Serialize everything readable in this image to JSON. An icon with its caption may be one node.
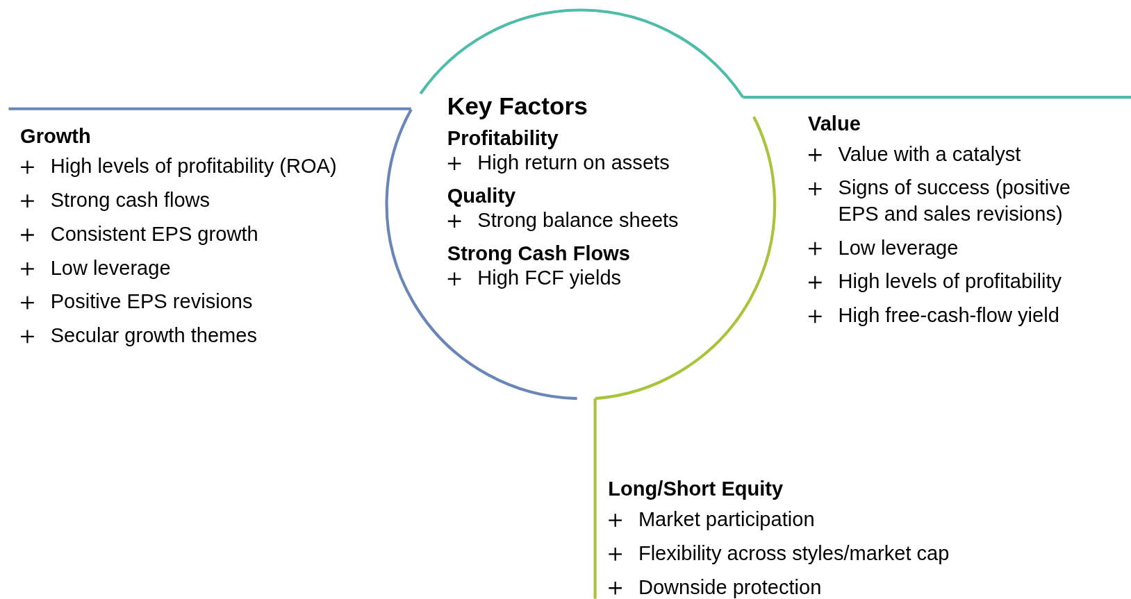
{
  "diagram": {
    "nodes": [
      {
        "text": [
          "Key Factors",
          "Profitability",
          "High return on assets",
          "Quality",
          "Strong balance sheets",
          "Strong Cash Flows",
          "High FCF yields"
        ]
      }
    ],
    "edges": [],
    "labels": [
      "Growth",
      "High levels of profitability (ROA)",
      "Strong cash flows",
      "Consistent EPS growth",
      "Low leverage",
      "Positive EPS revisions",
      "Secular growth themes",
      "Value",
      "Value with a catalyst",
      "Signs of success (positive EPS and sales revisions)",
      "Low leverage",
      "High levels of profitability",
      "High free-cash-flow yield",
      "Long/Short Equity",
      "Market participation",
      "Flexibility across styles/market cap",
      "Downside protection"
    ]
  }
}
